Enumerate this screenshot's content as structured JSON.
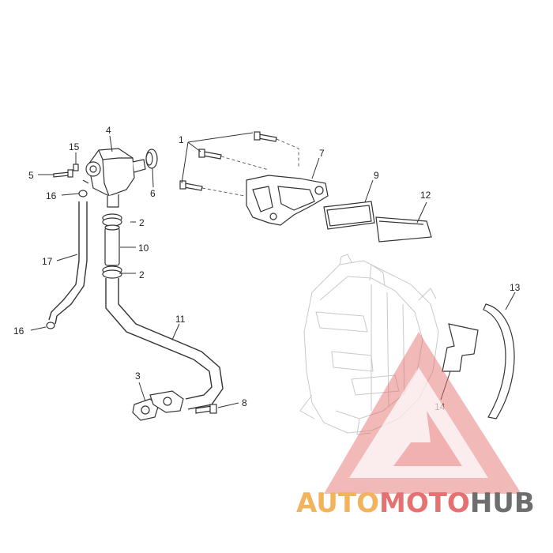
{
  "callouts": {
    "c1": "1",
    "c2a": "2",
    "c2b": "2",
    "c3": "3",
    "c4": "4",
    "c5": "5",
    "c6": "6",
    "c7": "7",
    "c8": "8",
    "c9": "9",
    "c10": "10",
    "c11": "11",
    "c12": "12",
    "c13": "13",
    "c14": "14",
    "c15": "15",
    "c16a": "16",
    "c16b": "16",
    "c17": "17"
  },
  "watermark": {
    "part1": "AUTO",
    "part2": "MOTO",
    "part3": "HUB",
    "color_triangle": "#e46a6a",
    "color_auto": "#f0a640",
    "color_moto": "#e05a5a",
    "color_hub": "#555555"
  }
}
